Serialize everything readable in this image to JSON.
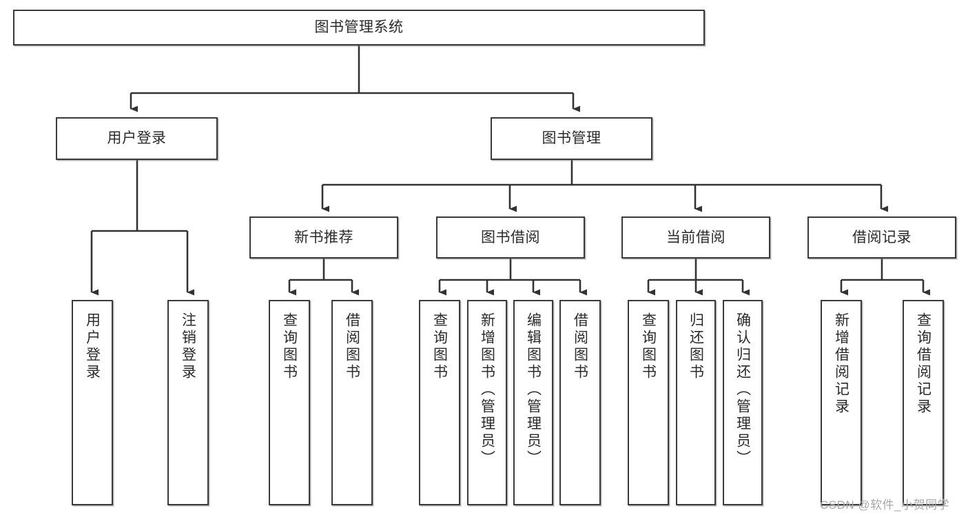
{
  "diagram": {
    "type": "tree-hierarchy-chart",
    "title": "图书管理系统",
    "colors": {
      "box_border": "#3a3a3a",
      "box_fill": "#ffffff",
      "connector": "#333333",
      "text": "#2b2b2b",
      "watermark": "#a8a8a8"
    },
    "levels": {
      "root": {
        "label": "图书管理系统",
        "orientation": "horizontal"
      },
      "level2": [
        {
          "id": "user-login",
          "label": "用户登录",
          "orientation": "horizontal"
        },
        {
          "id": "book-manage",
          "label": "图书管理",
          "orientation": "horizontal"
        }
      ],
      "level3": [
        {
          "id": "new-book-recommend",
          "label": "新书推荐",
          "orientation": "horizontal",
          "parent": "book-manage"
        },
        {
          "id": "book-borrow",
          "label": "图书借阅",
          "orientation": "horizontal",
          "parent": "book-manage"
        },
        {
          "id": "current-borrow",
          "label": "当前借阅",
          "orientation": "horizontal",
          "parent": "book-manage"
        },
        {
          "id": "borrow-record",
          "label": "借阅记录",
          "orientation": "horizontal",
          "parent": "book-manage"
        }
      ],
      "leaves": [
        {
          "id": "leaf-user-login",
          "label": "用户登录",
          "parent": "user-login",
          "orientation": "vertical"
        },
        {
          "id": "leaf-logout-login",
          "label": "注销登录",
          "parent": "user-login",
          "orientation": "vertical"
        },
        {
          "id": "leaf-query-book-1",
          "label": "查询图书",
          "parent": "new-book-recommend",
          "orientation": "vertical"
        },
        {
          "id": "leaf-borrow-book-1",
          "label": "借阅图书",
          "parent": "new-book-recommend",
          "orientation": "vertical"
        },
        {
          "id": "leaf-query-book-2",
          "label": "查询图书",
          "parent": "book-borrow",
          "orientation": "vertical"
        },
        {
          "id": "leaf-add-book",
          "label": "新增图书（管理员）",
          "parent": "book-borrow",
          "orientation": "vertical"
        },
        {
          "id": "leaf-edit-book",
          "label": "编辑图书（管理员）",
          "parent": "book-borrow",
          "orientation": "vertical"
        },
        {
          "id": "leaf-borrow-book-2",
          "label": "借阅图书",
          "parent": "book-borrow",
          "orientation": "vertical"
        },
        {
          "id": "leaf-query-book-3",
          "label": "查询图书",
          "parent": "current-borrow",
          "orientation": "vertical"
        },
        {
          "id": "leaf-return-book",
          "label": "归还图书",
          "parent": "current-borrow",
          "orientation": "vertical"
        },
        {
          "id": "leaf-confirm-return",
          "label": "确认归还（管理员）",
          "parent": "current-borrow",
          "orientation": "vertical"
        },
        {
          "id": "leaf-add-record",
          "label": "新增借阅记录",
          "parent": "borrow-record",
          "orientation": "vertical"
        },
        {
          "id": "leaf-query-record",
          "label": "查询借阅记录",
          "parent": "borrow-record",
          "orientation": "vertical"
        }
      ]
    },
    "watermark": "CSDN @软件_小贺同学"
  }
}
